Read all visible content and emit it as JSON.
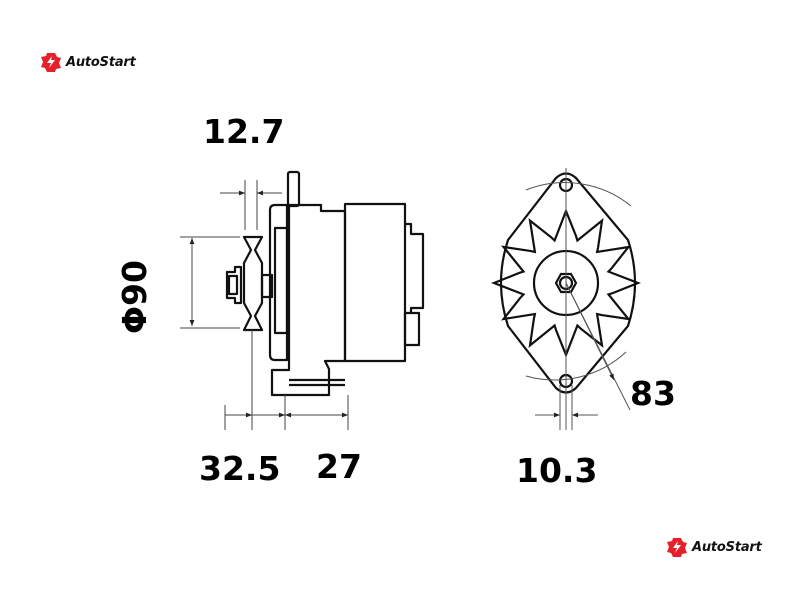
{
  "brand": {
    "name": "AutoStart",
    "color": "#e5202a"
  },
  "dimensions": {
    "pulley_width": "12.7",
    "pulley_diameter": "Φ90",
    "pulley_offset": "32.5",
    "mount_offset": "27",
    "foot_width": "10.3",
    "mount_radius": "83"
  }
}
